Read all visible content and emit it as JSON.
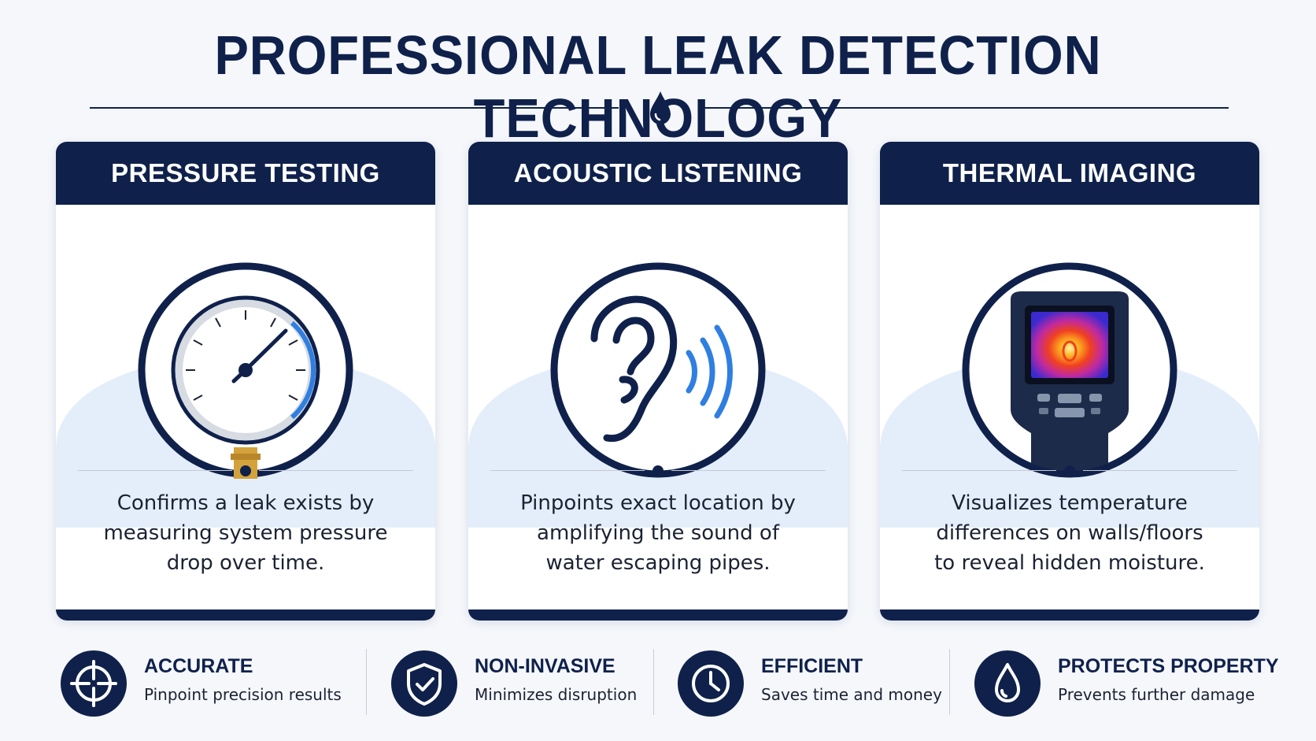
{
  "header": {
    "title": "PROFESSIONAL LEAK DETECTION TECHNOLOGY"
  },
  "cards": [
    {
      "title": "PRESSURE TESTING",
      "icon": "pressure-gauge-icon",
      "description_lines": [
        "Confirms a leak exists by",
        "measuring system pressure",
        "drop over time."
      ]
    },
    {
      "title": "ACOUSTIC LISTENING",
      "icon": "ear-sound-icon",
      "description_lines": [
        "Pinpoints exact location by",
        "amplifying the sound of",
        "water escaping pipes."
      ]
    },
    {
      "title": "THERMAL IMAGING",
      "icon": "thermal-camera-icon",
      "description_lines": [
        "Visualizes temperature",
        "differences on walls/floors",
        "to reveal hidden moisture."
      ]
    }
  ],
  "benefits": [
    {
      "title": "ACCURATE",
      "subtitle": "Pinpoint precision results",
      "icon": "crosshair-icon"
    },
    {
      "title": "NON-INVASIVE",
      "subtitle": "Minimizes disruption",
      "icon": "shield-check-icon"
    },
    {
      "title": "EFFICIENT",
      "subtitle": "Saves time and money",
      "icon": "clock-icon"
    },
    {
      "title": "PROTECTS PROPERTY",
      "subtitle": "Prevents further damage",
      "icon": "water-drop-icon"
    }
  ],
  "colors": {
    "navy": "#0f214b",
    "accent_blue": "#2f7fe0",
    "dome_blue": "#e3eefa",
    "background": "#f5f7fb",
    "brass": "#d4a23c"
  }
}
